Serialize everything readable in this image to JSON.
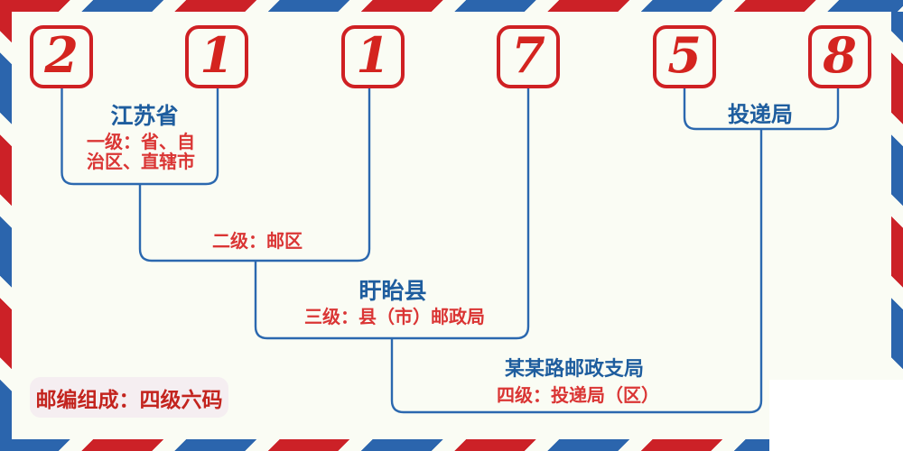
{
  "postal_code": {
    "digits": [
      "2",
      "1",
      "1",
      "7",
      "5",
      "8"
    ]
  },
  "levels": {
    "level1": {
      "place": "江苏省",
      "desc_line1": "一级：省、自",
      "desc_line2": "治区、直辖市"
    },
    "level2": {
      "desc": "二级：邮区"
    },
    "level3": {
      "place": "盱眙县",
      "desc": "三级：县（市）邮政局"
    },
    "level4": {
      "place": "某某路邮政支局",
      "desc": "四级：投递局（区）"
    },
    "delivery_office": {
      "label": "投递局"
    }
  },
  "footer": {
    "composition_note": "邮编组成：四级六码"
  },
  "colors": {
    "stripe_red": "#cc2127",
    "stripe_blue": "#2b65ad",
    "box_border_red": "#cf2023",
    "digit_red": "#d4241f",
    "connector_blue": "#2b68af",
    "place_text_blue": "#1e5d9e",
    "desc_text_red": "#da3534",
    "note_text_red": "#c3241e",
    "note_background": "#f5eef1",
    "page_background": "#fafcf4"
  }
}
